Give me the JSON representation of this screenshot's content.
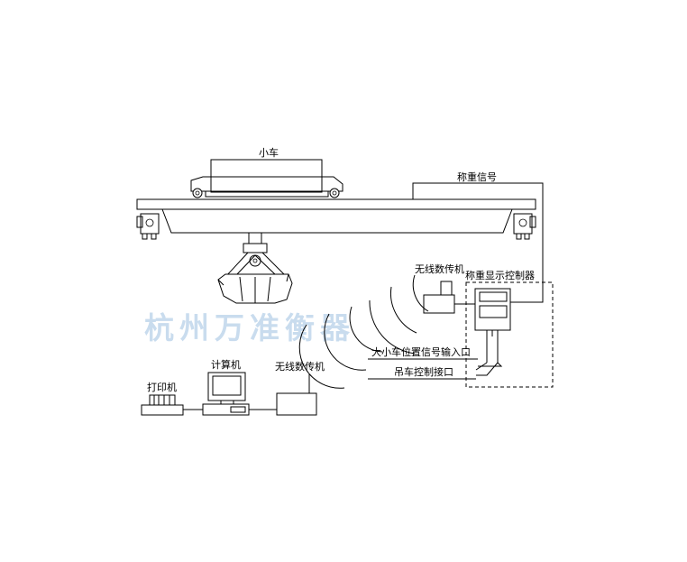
{
  "labels": {
    "trolley": "小车",
    "weight_signal": "称重信号",
    "wireless_top": "无线数传机",
    "display_controller": "称重显示控制器",
    "position_input": "大小车位置信号输入口",
    "crane_control": "吊车控制接口",
    "computer": "计算机",
    "wireless_bottom": "无线数传机",
    "printer": "打印机"
  },
  "watermark": "杭州万准衡器"
}
